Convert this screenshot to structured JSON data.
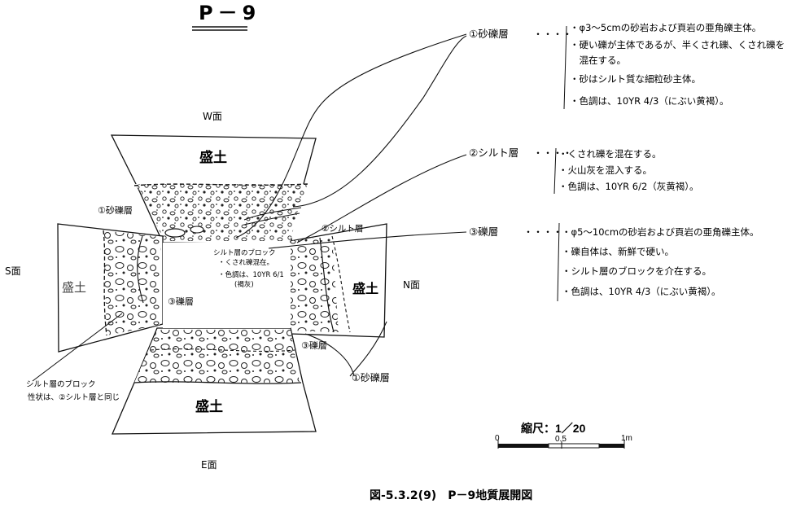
{
  "title": "P－9",
  "faces": {
    "west": "W面",
    "south": "S面",
    "north": "N面",
    "east": "E面"
  },
  "fill_label": "盛土",
  "fill_label_south": "盛土",
  "sketch_labels": {
    "gravel_sand_s": "①砂礫層",
    "gravel_center": "③礫層",
    "gravel_ne": "③礫層",
    "silt_ne": "②シルト層",
    "gravel_sand_e": "①砂礫層"
  },
  "center_note": [
    "シルト層のブロック",
    "・くされ礫混在。",
    "・色調は、10YR 6/1",
    "(褐灰)"
  ],
  "silt_block_note": [
    "シルト層のブロック",
    "性状は、②シルト層と同じ"
  ],
  "layers": [
    {
      "name": "①砂礫層",
      "notes": [
        "・φ3～5cmの砂岩および頁岩の亜角礫主体。",
        "・硬い礫が主体であるが、半くされ礫、くされ礫を",
        "　混在する。",
        "・砂はシルト質な細粒砂主体。",
        "・色調は、10YR 4/3（にぶい黄褐）。"
      ]
    },
    {
      "name": "②シルト層",
      "notes": [
        "・くされ礫を混在する。",
        "・火山灰を混入する。",
        "・色調は、10YR 6/2（灰黄褐）。"
      ]
    },
    {
      "name": "③礫層",
      "notes": [
        "・φ5～10cmの砂岩および頁岩の亜角礫主体。",
        "・礫自体は、新鮮で硬い。",
        "・シルト層のブロックを介在する。",
        "・色調は、10YR 4/3（にぶい黄褐）。"
      ]
    }
  ],
  "scale": {
    "label": "縮尺：1／20",
    "ticks": [
      "0",
      "0.5",
      "1m"
    ]
  },
  "caption": "図-5.3.2(9)　P－9地質展開図"
}
